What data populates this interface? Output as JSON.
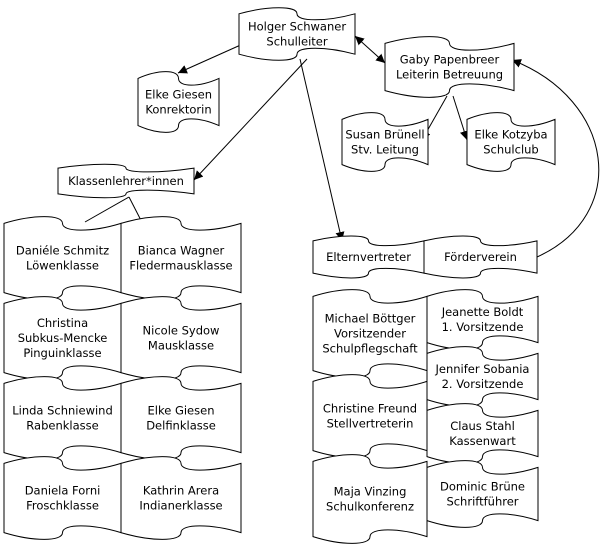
{
  "nodes": {
    "schulleiter": [
      "Holger Schwaner",
      "Schulleiter"
    ],
    "konrektorin": [
      "Elke Giesen",
      "Konrektorin"
    ],
    "betreuung": [
      "Gaby Papenbreer",
      "Leiterin Betreuung"
    ],
    "stv_leitung": [
      "Susan Brünell",
      "Stv. Leitung"
    ],
    "schulclub": [
      "Elke Kotzyba",
      "Schulclub"
    ],
    "klassenlehrer": [
      "Klassenlehrer*innen"
    ],
    "loewen": [
      "Daniéle Schmitz",
      "Löwenklasse"
    ],
    "fledermaus": [
      "Bianca Wagner",
      "Fledermausklasse"
    ],
    "pinguin": [
      "Christina",
      "Subkus-Mencke",
      "Pinguinklasse"
    ],
    "maus": [
      "Nicole Sydow",
      "Mausklasse"
    ],
    "raben": [
      "Linda Schniewind",
      "Rabenklasse"
    ],
    "delfin": [
      "Elke Giesen",
      "Delfinklasse"
    ],
    "frosch": [
      "Daniela Forni",
      "Froschklasse"
    ],
    "indianer": [
      "Kathrin Arera",
      "Indianerklasse"
    ],
    "elternvertreter": [
      "Elternvertreter"
    ],
    "foerderverein": [
      "Förderverein"
    ],
    "vorsitzender": [
      "Michael Böttger",
      "Vorsitzender",
      "Schulpflegschaft"
    ],
    "stellvertreterin": [
      "Christine Freund",
      "Stellvertreterin"
    ],
    "schulkonferenz": [
      "Maja Vinzing",
      "Schulkonferenz"
    ],
    "boldt": [
      "Jeanette Boldt",
      "1. Vorsitzende"
    ],
    "sobania": [
      "Jennifer Sobania",
      "2. Vorsitzende"
    ],
    "kassenwart": [
      "Claus Stahl",
      "Kassenwart"
    ],
    "schriftfuehrer": [
      "Dominic Brüne",
      "Schriftführer"
    ]
  }
}
